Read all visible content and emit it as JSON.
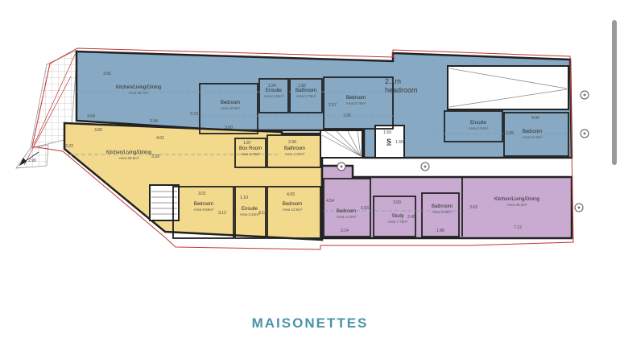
{
  "title": "MAISONETTES",
  "plan": {
    "headroom_note": "2.1m headroom",
    "store_symbol": "S",
    "colors": {
      "upper_maisonette_fill": "#87a9c3",
      "left_maisonette_fill": "#f2d98c",
      "right_maisonette_fill": "#c9abd1",
      "site_boundary": "#c63230",
      "wall": "#222222",
      "title_text": "#4a93a9"
    },
    "rooms": [
      {
        "name": "Kitchen/Living/Dining",
        "area": "Area 39.7m²"
      },
      {
        "name": "Bedroom",
        "area": "Area 10.6m²"
      },
      {
        "name": "Ensuite",
        "area": "Area 2.46m²"
      },
      {
        "name": "Bathroom",
        "area": "Area 3.79m²"
      },
      {
        "name": "Bedroom",
        "area": "Area 9.76m²"
      },
      {
        "name": "Ensuite",
        "area": "Area 4.04m²"
      },
      {
        "name": "Bedroom",
        "area": "Area 14.3m²"
      },
      {
        "name": "Kitchen/Living/Dining",
        "area": "Area 39.5m²"
      },
      {
        "name": "Box Room",
        "area": "Area 2.79m²"
      },
      {
        "name": "Bathroom",
        "area": "Area 4.32m²"
      },
      {
        "name": "Bedroom",
        "area": "Area 9.59m²"
      },
      {
        "name": "Ensuite",
        "area": "Area 3.43m²"
      },
      {
        "name": "Bedroom",
        "area": "Area 12.5m²"
      },
      {
        "name": "Bedroom",
        "area": "Area 14.0m²"
      },
      {
        "name": "Study",
        "area": "Area 7.70m²"
      },
      {
        "name": "Bathroom",
        "area": "Area 4.66m²"
      },
      {
        "name": "Kitchen/Living/Dining",
        "area": "Area 29.2m²"
      }
    ],
    "dims": [
      "3.65",
      "3.04",
      "2.94",
      "3.73",
      "3.60",
      "1.54",
      "1.82",
      "2.57",
      "3.35",
      "1.50",
      "1.55",
      "2.65",
      "4.00",
      "3.65",
      "3.22",
      "4.01",
      "3.39",
      "1.87",
      "2.00",
      "3.01",
      "3.12",
      "1.10",
      "3.12",
      "4.03",
      "2.90",
      "4.54",
      "3.63",
      "3.14",
      "3.00",
      "2.45",
      "1.88",
      "3.63",
      "7.12"
    ]
  }
}
